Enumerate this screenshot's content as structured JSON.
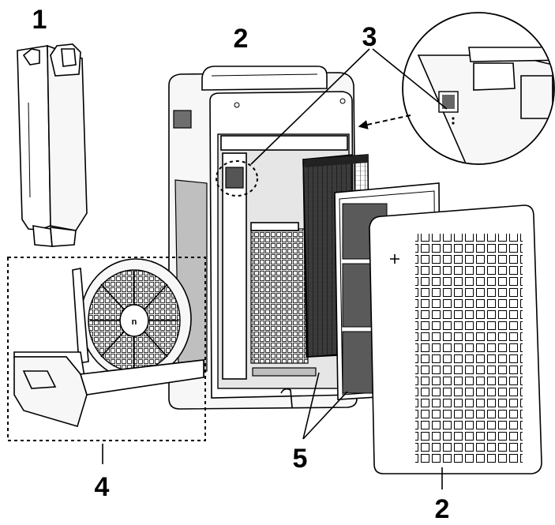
{
  "diagram": {
    "callouts": [
      {
        "id": "water-tank",
        "label": "1"
      },
      {
        "id": "back-panel-top",
        "label": "2"
      },
      {
        "id": "sensor",
        "label": "3"
      },
      {
        "id": "humidifying-tray",
        "label": "4"
      },
      {
        "id": "filters",
        "label": "5"
      },
      {
        "id": "back-panel-bottom",
        "label": "2"
      }
    ]
  }
}
